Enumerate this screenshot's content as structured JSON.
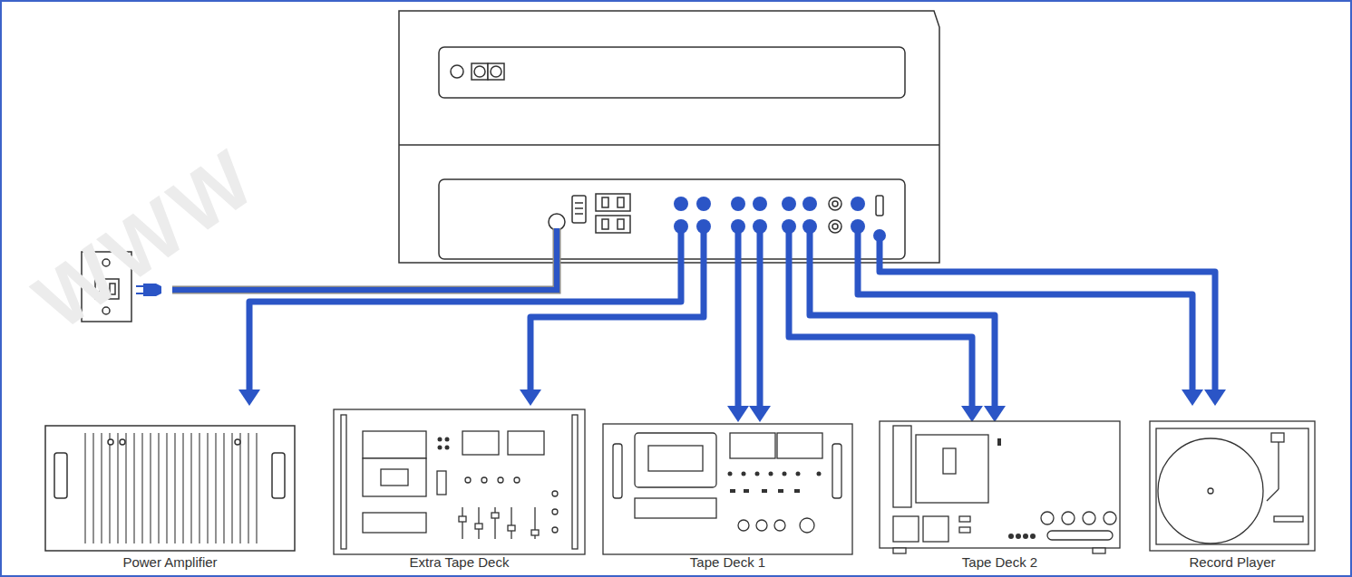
{
  "diagram": {
    "nodes": [
      {
        "text": [
          "Power Amplifier"
        ]
      },
      {
        "text": [
          "Extra Tape Deck"
        ]
      },
      {
        "text": [
          "Tape Deck 1"
        ]
      },
      {
        "text": [
          "Tape Deck 2"
        ]
      },
      {
        "text": [
          "Record Player"
        ]
      }
    ],
    "labels": [
      "WWW"
    ]
  }
}
